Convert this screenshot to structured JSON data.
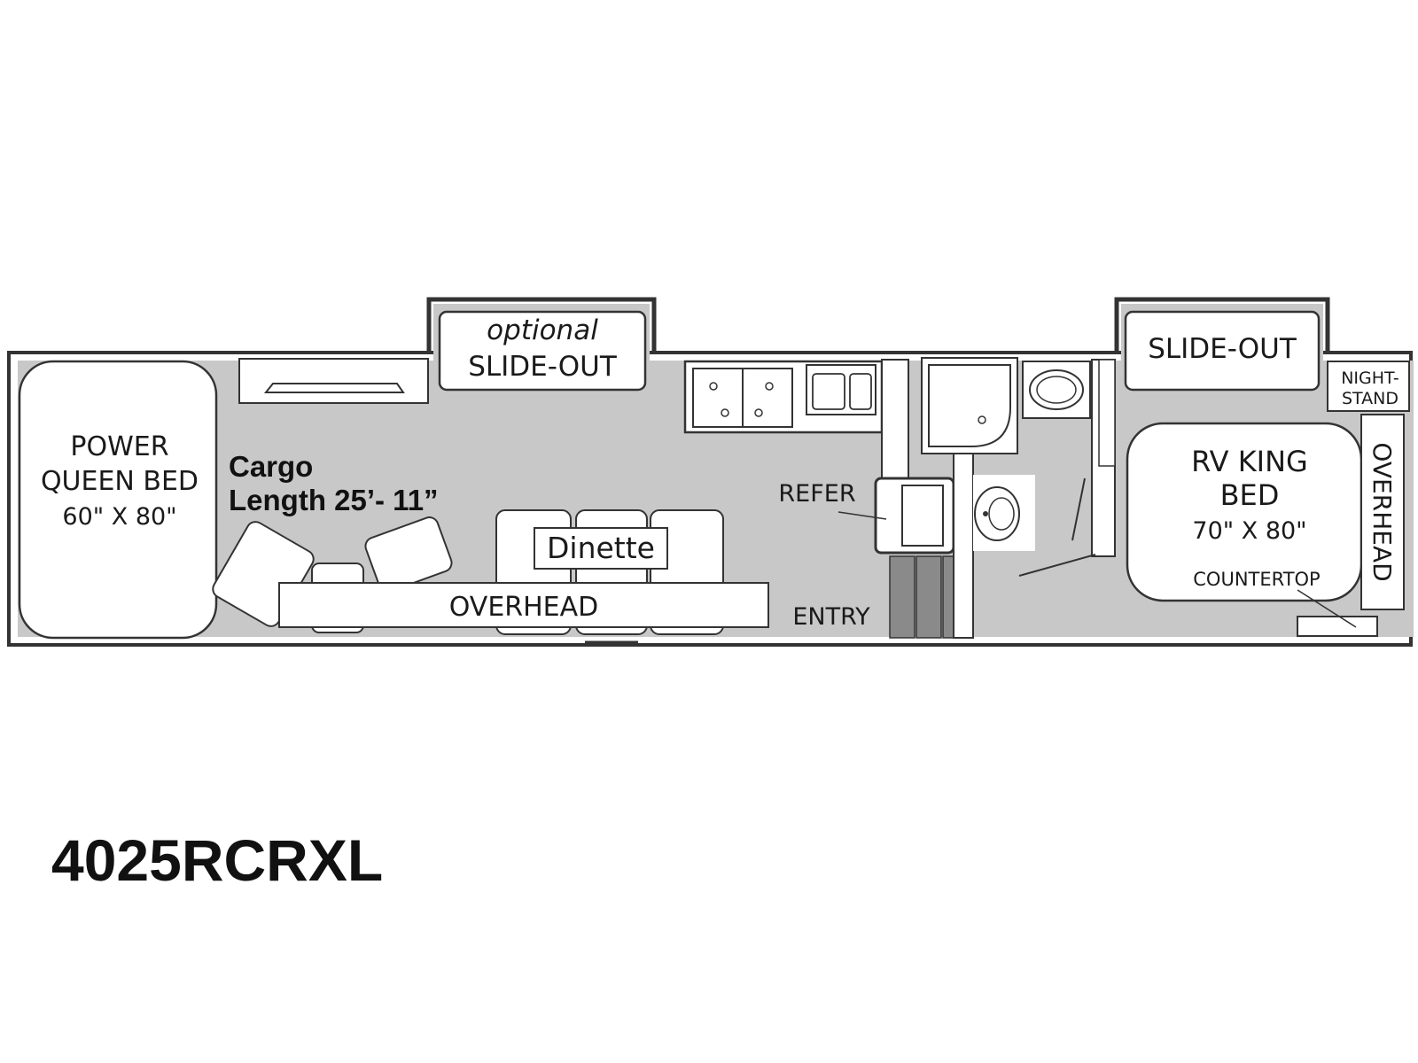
{
  "model": "4025RCRXL",
  "labels": {
    "power_queen_bed_l1": "POWER",
    "power_queen_bed_l2": "QUEEN BED",
    "power_queen_bed_size": "60\" X 80\"",
    "cargo_l1": "Cargo",
    "cargo_l2": "Length 25’- 11”",
    "optional": "optional",
    "slide_out_1": "SLIDE-OUT",
    "slide_out_2": "SLIDE-OUT",
    "dinette": "Dinette",
    "overhead_front": "OVERHEAD",
    "entry": "ENTRY",
    "refer": "REFER",
    "nightstand_l1": "NIGHT-",
    "nightstand_l2": "STAND",
    "rv_king_bed_l1": "RV KING",
    "rv_king_bed_l2": "BED",
    "rv_king_bed_size": "70\" X 80\"",
    "countertop": "COUNTERTOP",
    "overhead_side": "OVERHEAD"
  },
  "colors": {
    "floor": "#c8c8c8",
    "wall": "#3a3a3a",
    "fixture": "#ffffff",
    "step": "#8a8a8a"
  }
}
